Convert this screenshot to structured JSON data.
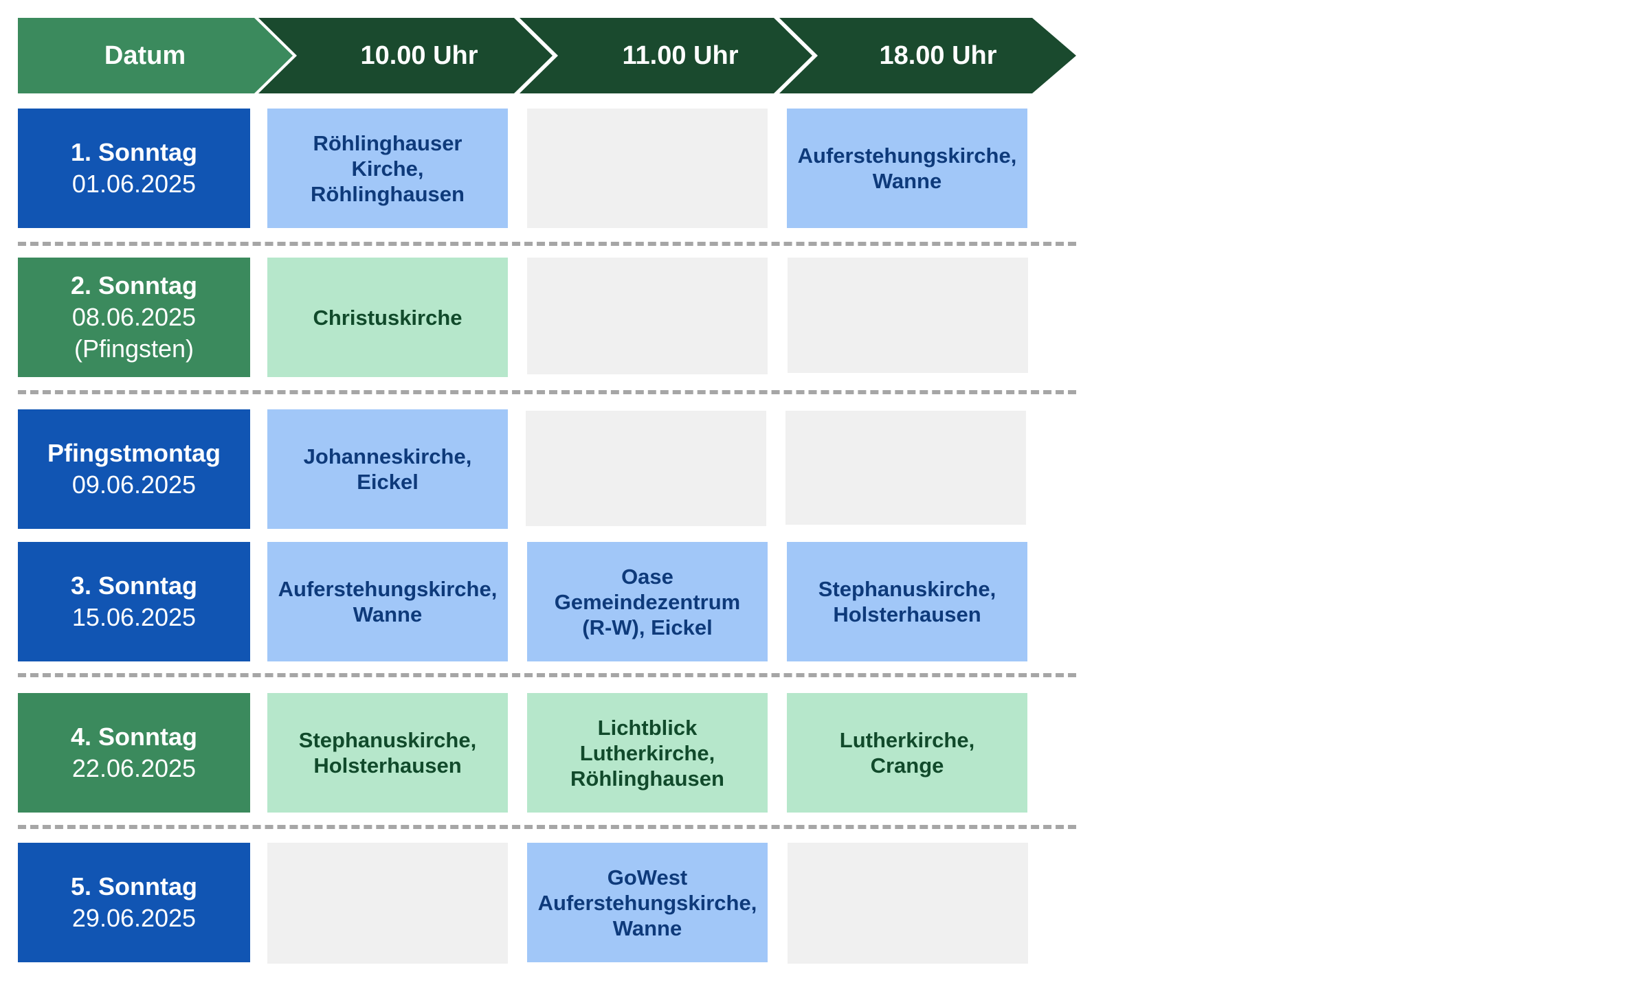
{
  "header": {
    "columns": [
      "Datum",
      "10.00 Uhr",
      "11.00 Uhr",
      "18.00 Uhr"
    ]
  },
  "colors": {
    "header_date": "#3b8a5d",
    "header_time": "#1a4a2e",
    "date_blue": "#1155b3",
    "date_green": "#3b8a5d",
    "slot_blue": "#a1c7f8",
    "slot_green": "#b6e7cb",
    "slot_empty": "#f0f0f0",
    "divider": "#a6a6a6"
  },
  "rows": [
    {
      "title": "1. Sonntag",
      "date": "01.06.2025",
      "note": "",
      "color": "blue",
      "slots": [
        {
          "text": "Röhlinghauser\nKirche,\nRöhlinghausen",
          "color": "blue"
        },
        {
          "text": "",
          "color": "empty"
        },
        {
          "text": "Auferstehungskirche,\nWanne",
          "color": "blue"
        }
      ]
    },
    {
      "title": "2. Sonntag",
      "date": "08.06.2025",
      "note": "(Pfingsten)",
      "color": "green",
      "slots": [
        {
          "text": "Christuskirche",
          "color": "green"
        },
        {
          "text": "",
          "color": "empty"
        },
        {
          "text": "",
          "color": "empty"
        }
      ]
    },
    {
      "title": "Pfingstmontag",
      "date": "09.06.2025",
      "note": "",
      "color": "blue",
      "slots": [
        {
          "text": "Johanneskirche,\nEickel",
          "color": "blue"
        },
        {
          "text": "",
          "color": "empty"
        },
        {
          "text": "",
          "color": "empty"
        }
      ]
    },
    {
      "title": "3. Sonntag",
      "date": "15.06.2025",
      "note": "",
      "color": "blue",
      "slots": [
        {
          "text": "Auferstehungskirche,\nWanne",
          "color": "blue"
        },
        {
          "text": "Oase\nGemeindezentrum\n(R-W), Eickel",
          "color": "blue"
        },
        {
          "text": "Stephanuskirche,\nHolsterhausen",
          "color": "blue"
        }
      ]
    },
    {
      "title": "4. Sonntag",
      "date": "22.06.2025",
      "note": "",
      "color": "green",
      "slots": [
        {
          "text": "Stephanuskirche,\nHolsterhausen",
          "color": "green"
        },
        {
          "text": "Lichtblick\nLutherkirche,\nRöhlinghausen",
          "color": "green"
        },
        {
          "text": "Lutherkirche,\nCrange",
          "color": "green"
        }
      ]
    },
    {
      "title": "5. Sonntag",
      "date": "29.06.2025",
      "note": "",
      "color": "blue",
      "slots": [
        {
          "text": "",
          "color": "empty"
        },
        {
          "text": "GoWest\nAuferstehungskirche,\nWanne",
          "color": "blue"
        },
        {
          "text": "",
          "color": "empty"
        }
      ]
    }
  ]
}
